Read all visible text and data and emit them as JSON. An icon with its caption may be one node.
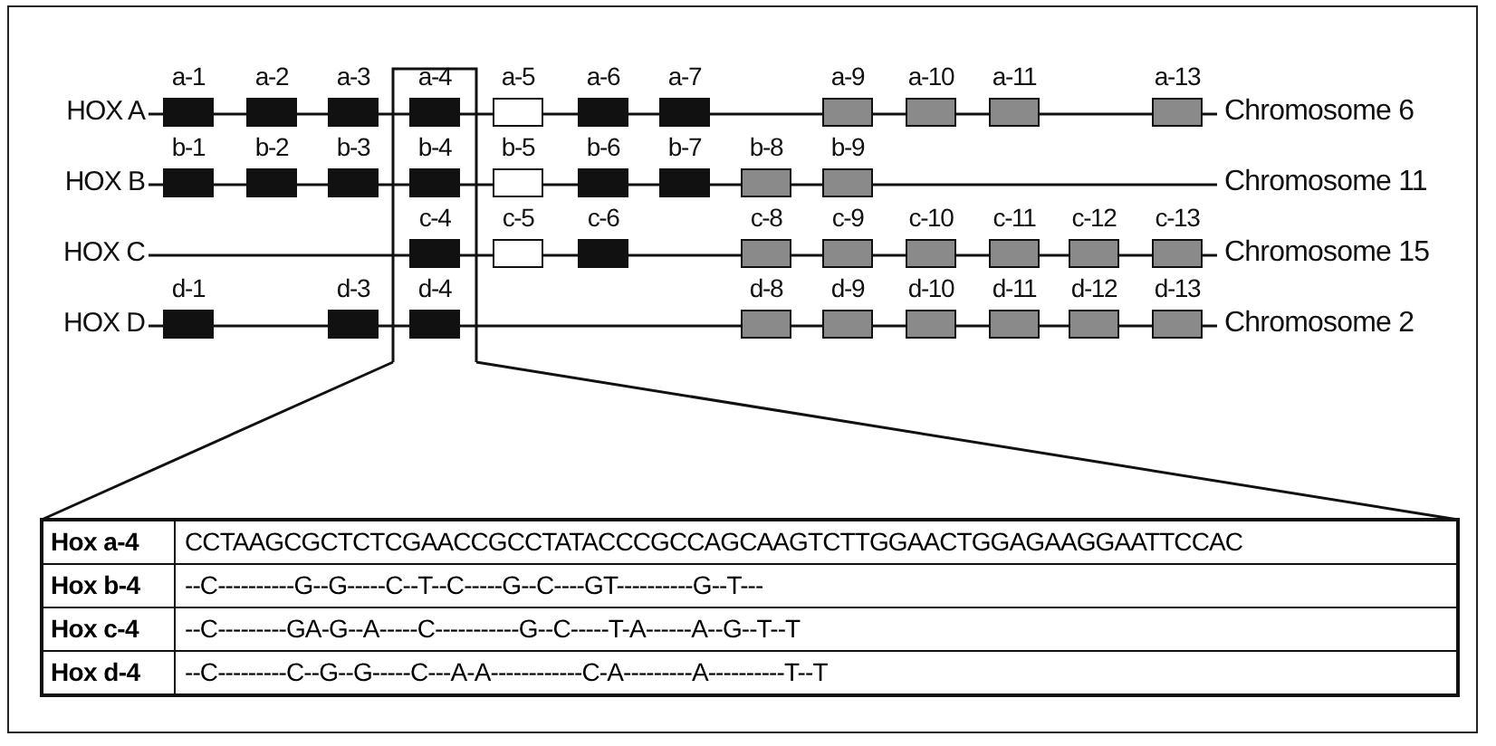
{
  "diagram": {
    "nodes": [
      {
        "text": [
          "HOX A"
        ]
      },
      {
        "text": [
          "a-1"
        ]
      },
      {
        "text": [
          "a-2"
        ]
      },
      {
        "text": [
          "a-3"
        ]
      },
      {
        "text": [
          "a-4"
        ]
      },
      {
        "text": [
          "a-5"
        ]
      },
      {
        "text": [
          "a-6"
        ]
      },
      {
        "text": [
          "a-7"
        ]
      },
      {
        "text": [
          "a-9"
        ]
      },
      {
        "text": [
          "a-10"
        ]
      },
      {
        "text": [
          "a-11"
        ]
      },
      {
        "text": [
          "a-13"
        ]
      },
      {
        "text": [
          "Chromosome 6"
        ]
      },
      {
        "text": [
          "HOX B"
        ]
      },
      {
        "text": [
          "b-1"
        ]
      },
      {
        "text": [
          "b-2"
        ]
      },
      {
        "text": [
          "b-3"
        ]
      },
      {
        "text": [
          "b-4"
        ]
      },
      {
        "text": [
          "b-5"
        ]
      },
      {
        "text": [
          "b-6"
        ]
      },
      {
        "text": [
          "b-7"
        ]
      },
      {
        "text": [
          "b-8"
        ]
      },
      {
        "text": [
          "b-9"
        ]
      },
      {
        "text": [
          "Chromosome 11"
        ]
      },
      {
        "text": [
          "HOX C"
        ]
      },
      {
        "text": [
          "c-4"
        ]
      },
      {
        "text": [
          "c-5"
        ]
      },
      {
        "text": [
          "c-6"
        ]
      },
      {
        "text": [
          "c-8"
        ]
      },
      {
        "text": [
          "c-9"
        ]
      },
      {
        "text": [
          "c-10"
        ]
      },
      {
        "text": [
          "c-11"
        ]
      },
      {
        "text": [
          "c-12"
        ]
      },
      {
        "text": [
          "c-13"
        ]
      },
      {
        "text": [
          "Chromosome 15"
        ]
      },
      {
        "text": [
          "HOX D"
        ]
      },
      {
        "text": [
          "d-1"
        ]
      },
      {
        "text": [
          "d-3"
        ]
      },
      {
        "text": [
          "d-4"
        ]
      },
      {
        "text": [
          "d-8"
        ]
      },
      {
        "text": [
          "d-9"
        ]
      },
      {
        "text": [
          "d-10"
        ]
      },
      {
        "text": [
          "d-11"
        ]
      },
      {
        "text": [
          "d-12"
        ]
      },
      {
        "text": [
          "d-13"
        ]
      },
      {
        "text": [
          "Chromosome 2"
        ]
      }
    ],
    "edges": [
      {
        "from": 0,
        "to": 1,
        "arrow": "none"
      },
      {
        "from": 1,
        "to": 2,
        "arrow": "none"
      },
      {
        "from": 2,
        "to": 3,
        "arrow": "none"
      },
      {
        "from": 3,
        "to": 4,
        "arrow": "none"
      },
      {
        "from": 4,
        "to": 5,
        "arrow": "none"
      },
      {
        "from": 5,
        "to": 6,
        "arrow": "none"
      },
      {
        "from": 6,
        "to": 7,
        "arrow": "none"
      },
      {
        "from": 7,
        "to": 8,
        "arrow": "none"
      },
      {
        "from": 8,
        "to": 9,
        "arrow": "none"
      },
      {
        "from": 9,
        "to": 10,
        "arrow": "none"
      },
      {
        "from": 10,
        "to": 11,
        "arrow": "none"
      },
      {
        "from": 11,
        "to": 12,
        "arrow": "none"
      },
      {
        "from": 13,
        "to": 14,
        "arrow": "none"
      },
      {
        "from": 14,
        "to": 15,
        "arrow": "none"
      },
      {
        "from": 15,
        "to": 16,
        "arrow": "none"
      },
      {
        "from": 16,
        "to": 17,
        "arrow": "none"
      },
      {
        "from": 17,
        "to": 18,
        "arrow": "none"
      },
      {
        "from": 18,
        "to": 19,
        "arrow": "none"
      },
      {
        "from": 19,
        "to": 20,
        "arrow": "none"
      },
      {
        "from": 20,
        "to": 21,
        "arrow": "none"
      },
      {
        "from": 21,
        "to": 22,
        "arrow": "none"
      },
      {
        "from": 22,
        "to": 23,
        "arrow": "none"
      },
      {
        "from": 24,
        "to": 25,
        "arrow": "none"
      },
      {
        "from": 25,
        "to": 26,
        "arrow": "none"
      },
      {
        "from": 26,
        "to": 27,
        "arrow": "none"
      },
      {
        "from": 27,
        "to": 28,
        "arrow": "none"
      },
      {
        "from": 28,
        "to": 29,
        "arrow": "none"
      },
      {
        "from": 29,
        "to": 30,
        "arrow": "none"
      },
      {
        "from": 30,
        "to": 31,
        "arrow": "none"
      },
      {
        "from": 31,
        "to": 32,
        "arrow": "none"
      },
      {
        "from": 32,
        "to": 33,
        "arrow": "none"
      },
      {
        "from": 33,
        "to": 34,
        "arrow": "none"
      },
      {
        "from": 35,
        "to": 36,
        "arrow": "none"
      },
      {
        "from": 36,
        "to": 37,
        "arrow": "none"
      },
      {
        "from": 37,
        "to": 38,
        "arrow": "none"
      },
      {
        "from": 38,
        "to": 39,
        "arrow": "none"
      },
      {
        "from": 39,
        "to": 40,
        "arrow": "none"
      },
      {
        "from": 40,
        "to": 41,
        "arrow": "none"
      },
      {
        "from": 41,
        "to": 42,
        "arrow": "none"
      },
      {
        "from": 42,
        "to": 43,
        "arrow": "none"
      },
      {
        "from": 43,
        "to": 44,
        "arrow": "none"
      },
      {
        "from": 44,
        "to": 45,
        "arrow": "none"
      }
    ],
    "labels": [
      "Hox a-4",
      "CCTAAGCGCTCTCGAACCGCCTATACCCGCCAGCAAGTCTTGGAACTGGAGAAGGAATTCCAC",
      "Hox b-4",
      "--C----------G--G-----C--T--C-----G--C----GT----------G--T---",
      "Hox c-4",
      "--C---------GA-G--A-----C-----------G--C-----T-A------A--G--T--T",
      "Hox d-4",
      "--C---------C--G--G-----C---A-A------------C-A---------A----------T--T"
    ]
  }
}
